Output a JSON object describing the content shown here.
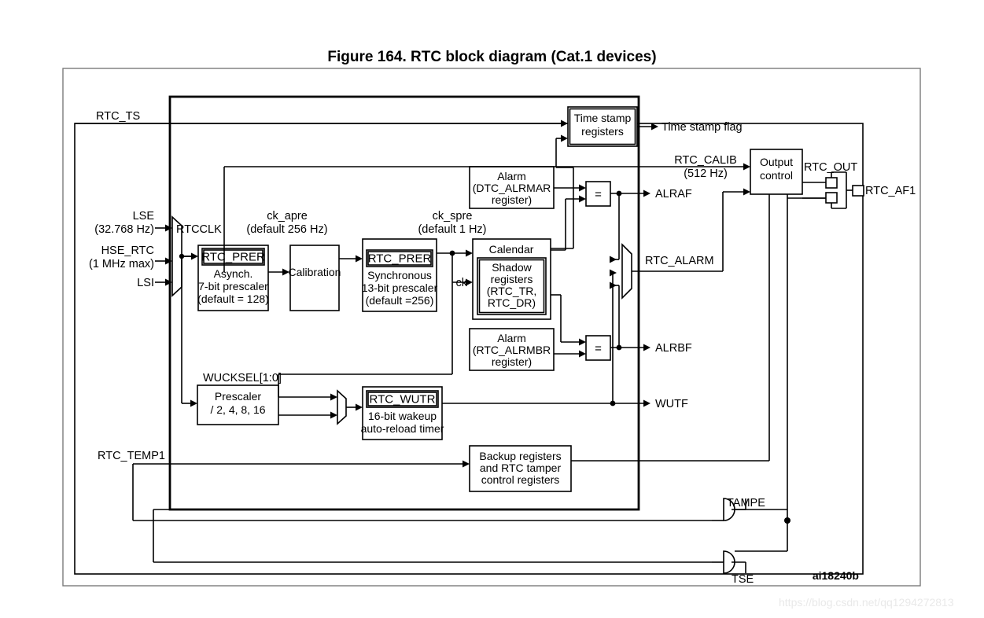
{
  "figure": {
    "title": "Figure 164. RTC block diagram (Cat.1 devices)",
    "id_code": "ai18240b",
    "watermark": "https://blog.csdn.net/qq1294272813"
  },
  "inputs": {
    "rtc_ts": "RTC_TS",
    "lse": "LSE",
    "lse_freq": "(32.768 Hz)",
    "hse_rtc": "HSE_RTC",
    "hse_freq": "(1 MHz max)",
    "lsi": "LSI",
    "rtc_temp1": "RTC_TEMP1"
  },
  "signals": {
    "rtcclk": "RTCCLK",
    "ck_apre": "ck_apre",
    "ck_apre_default": "(default 256 Hz)",
    "ck_spre": "ck_spre",
    "ck_spre_default": "(default 1 Hz)",
    "ck": "ck",
    "wucksel": "WUCKSEL[1:0]",
    "rtc_calib": "RTC_CALIB",
    "rtc_calib_freq": "(512 Hz)",
    "rtc_alarm": "RTC_ALARM",
    "rtc_out": "RTC_OUT",
    "rtc_af1": "RTC_AF1",
    "tampe": "TAMPE",
    "tse": "TSE"
  },
  "outputs": {
    "time_stamp_flag": "Time stamp flag",
    "alraf": "ALRAF",
    "alrbf": "ALRBF",
    "wutf": "WUTF"
  },
  "blocks": {
    "async_prescaler": {
      "register": "RTC_PRER",
      "lines": [
        "Asynch.",
        "7-bit prescaler",
        "(default = 128)"
      ]
    },
    "calibration": {
      "label": "Calibration"
    },
    "sync_prescaler": {
      "register": "RTC_PRER",
      "lines": [
        "Synchronous",
        "13-bit prescaler",
        "(default =256)"
      ]
    },
    "calendar": {
      "title": "Calendar",
      "shadow_lines": [
        "Shadow",
        "registers",
        "(RTC_TR,",
        "RTC_DR)"
      ]
    },
    "time_stamp_registers": {
      "lines": [
        "Time stamp",
        "registers"
      ]
    },
    "alarm_a": {
      "lines": [
        "Alarm",
        "(DTC_ALRMAR",
        "register)"
      ]
    },
    "alarm_b": {
      "lines": [
        "Alarm",
        "(RTC_ALRMBR",
        "register)"
      ]
    },
    "wakeup_prescaler": {
      "lines": [
        "Prescaler",
        "/ 2, 4, 8, 16"
      ]
    },
    "wakeup_timer": {
      "register": "RTC_WUTR",
      "lines": [
        "16-bit wakeup",
        "auto-reload timer"
      ]
    },
    "backup_registers": {
      "lines": [
        "Backup registers",
        "and RTC tamper",
        "control registers"
      ]
    },
    "output_control": {
      "lines": [
        "Output",
        "control"
      ]
    },
    "comparator_a": {
      "symbol": "="
    },
    "comparator_b": {
      "symbol": "="
    }
  }
}
